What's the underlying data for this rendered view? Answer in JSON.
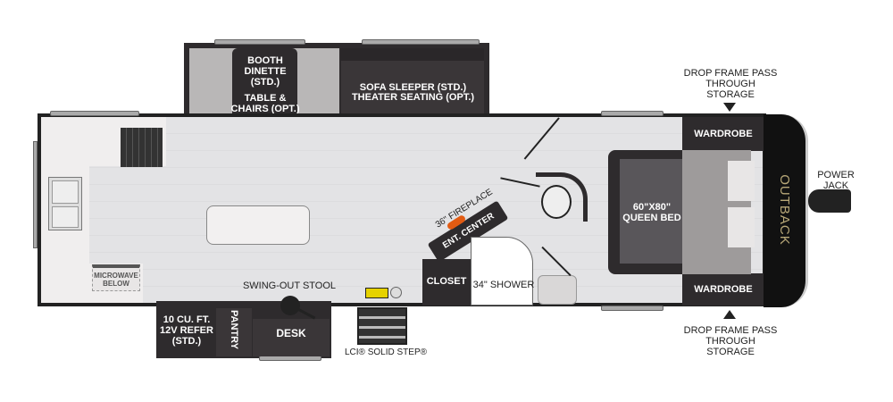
{
  "labels": {
    "booth_dinette": "BOOTH DINETTE (STD.)",
    "table_chairs": "TABLE & CHAIRS (OPT.)",
    "sofa": "SOFA SLEEPER (STD.)",
    "theater": "THEATER SEATING (OPT.)",
    "drop_frame_top": "DROP FRAME PASS THROUGH STORAGE",
    "drop_frame_bottom": "DROP FRAME PASS THROUGH STORAGE",
    "wardrobe_top": "WARDROBE",
    "wardrobe_bottom": "WARDROBE",
    "power_jack": "POWER JACK",
    "queen_bed": "60\"X80\" QUEEN BED",
    "fireplace": "36\" FIREPLACE",
    "ent_center": "ENT. CENTER",
    "closet": "CLOSET",
    "shower": "34\" SHOWER",
    "microwave": "MICROWAVE BELOW",
    "swing_stool": "SWING-OUT STOOL",
    "refer": "10 CU. FT. 12V REFER (STD.)",
    "pantry": "PANTRY",
    "desk": "DESK",
    "solid_step": "LCI® SOLID STEP®",
    "brand": "OUTBACK",
    "solid_step_logo": "Solid Step"
  },
  "colors": {
    "dark": "#2e2b2d",
    "floor": "#e3e3e5",
    "dinette": "#b9b7b7"
  }
}
